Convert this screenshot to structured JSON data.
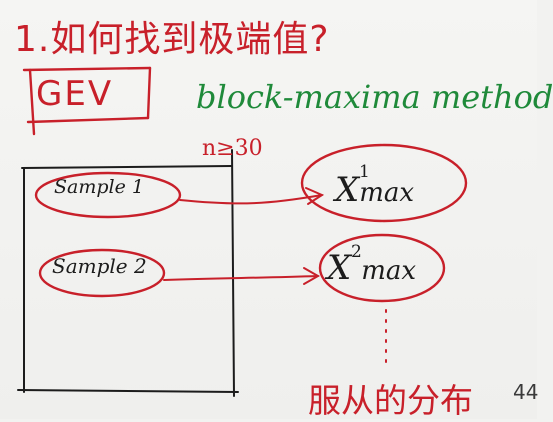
{
  "title": "1.如何找到极端值?",
  "box_label": "GEV",
  "method": "block-maxima method",
  "condition": "n≥30",
  "samples": [
    {
      "label": "Sample 1"
    },
    {
      "label": "Sample 2"
    }
  ],
  "maxima": [
    {
      "base": "X",
      "sup": "1",
      "sub": "max"
    },
    {
      "base": "X",
      "sup": "2",
      "sub": "max"
    }
  ],
  "conclusion": "服从的分布",
  "page_number": "44",
  "colors": {
    "red_ink": "#c8202a",
    "green_ink": "#1f8a3a",
    "black_ink": "#1c1c1c"
  }
}
